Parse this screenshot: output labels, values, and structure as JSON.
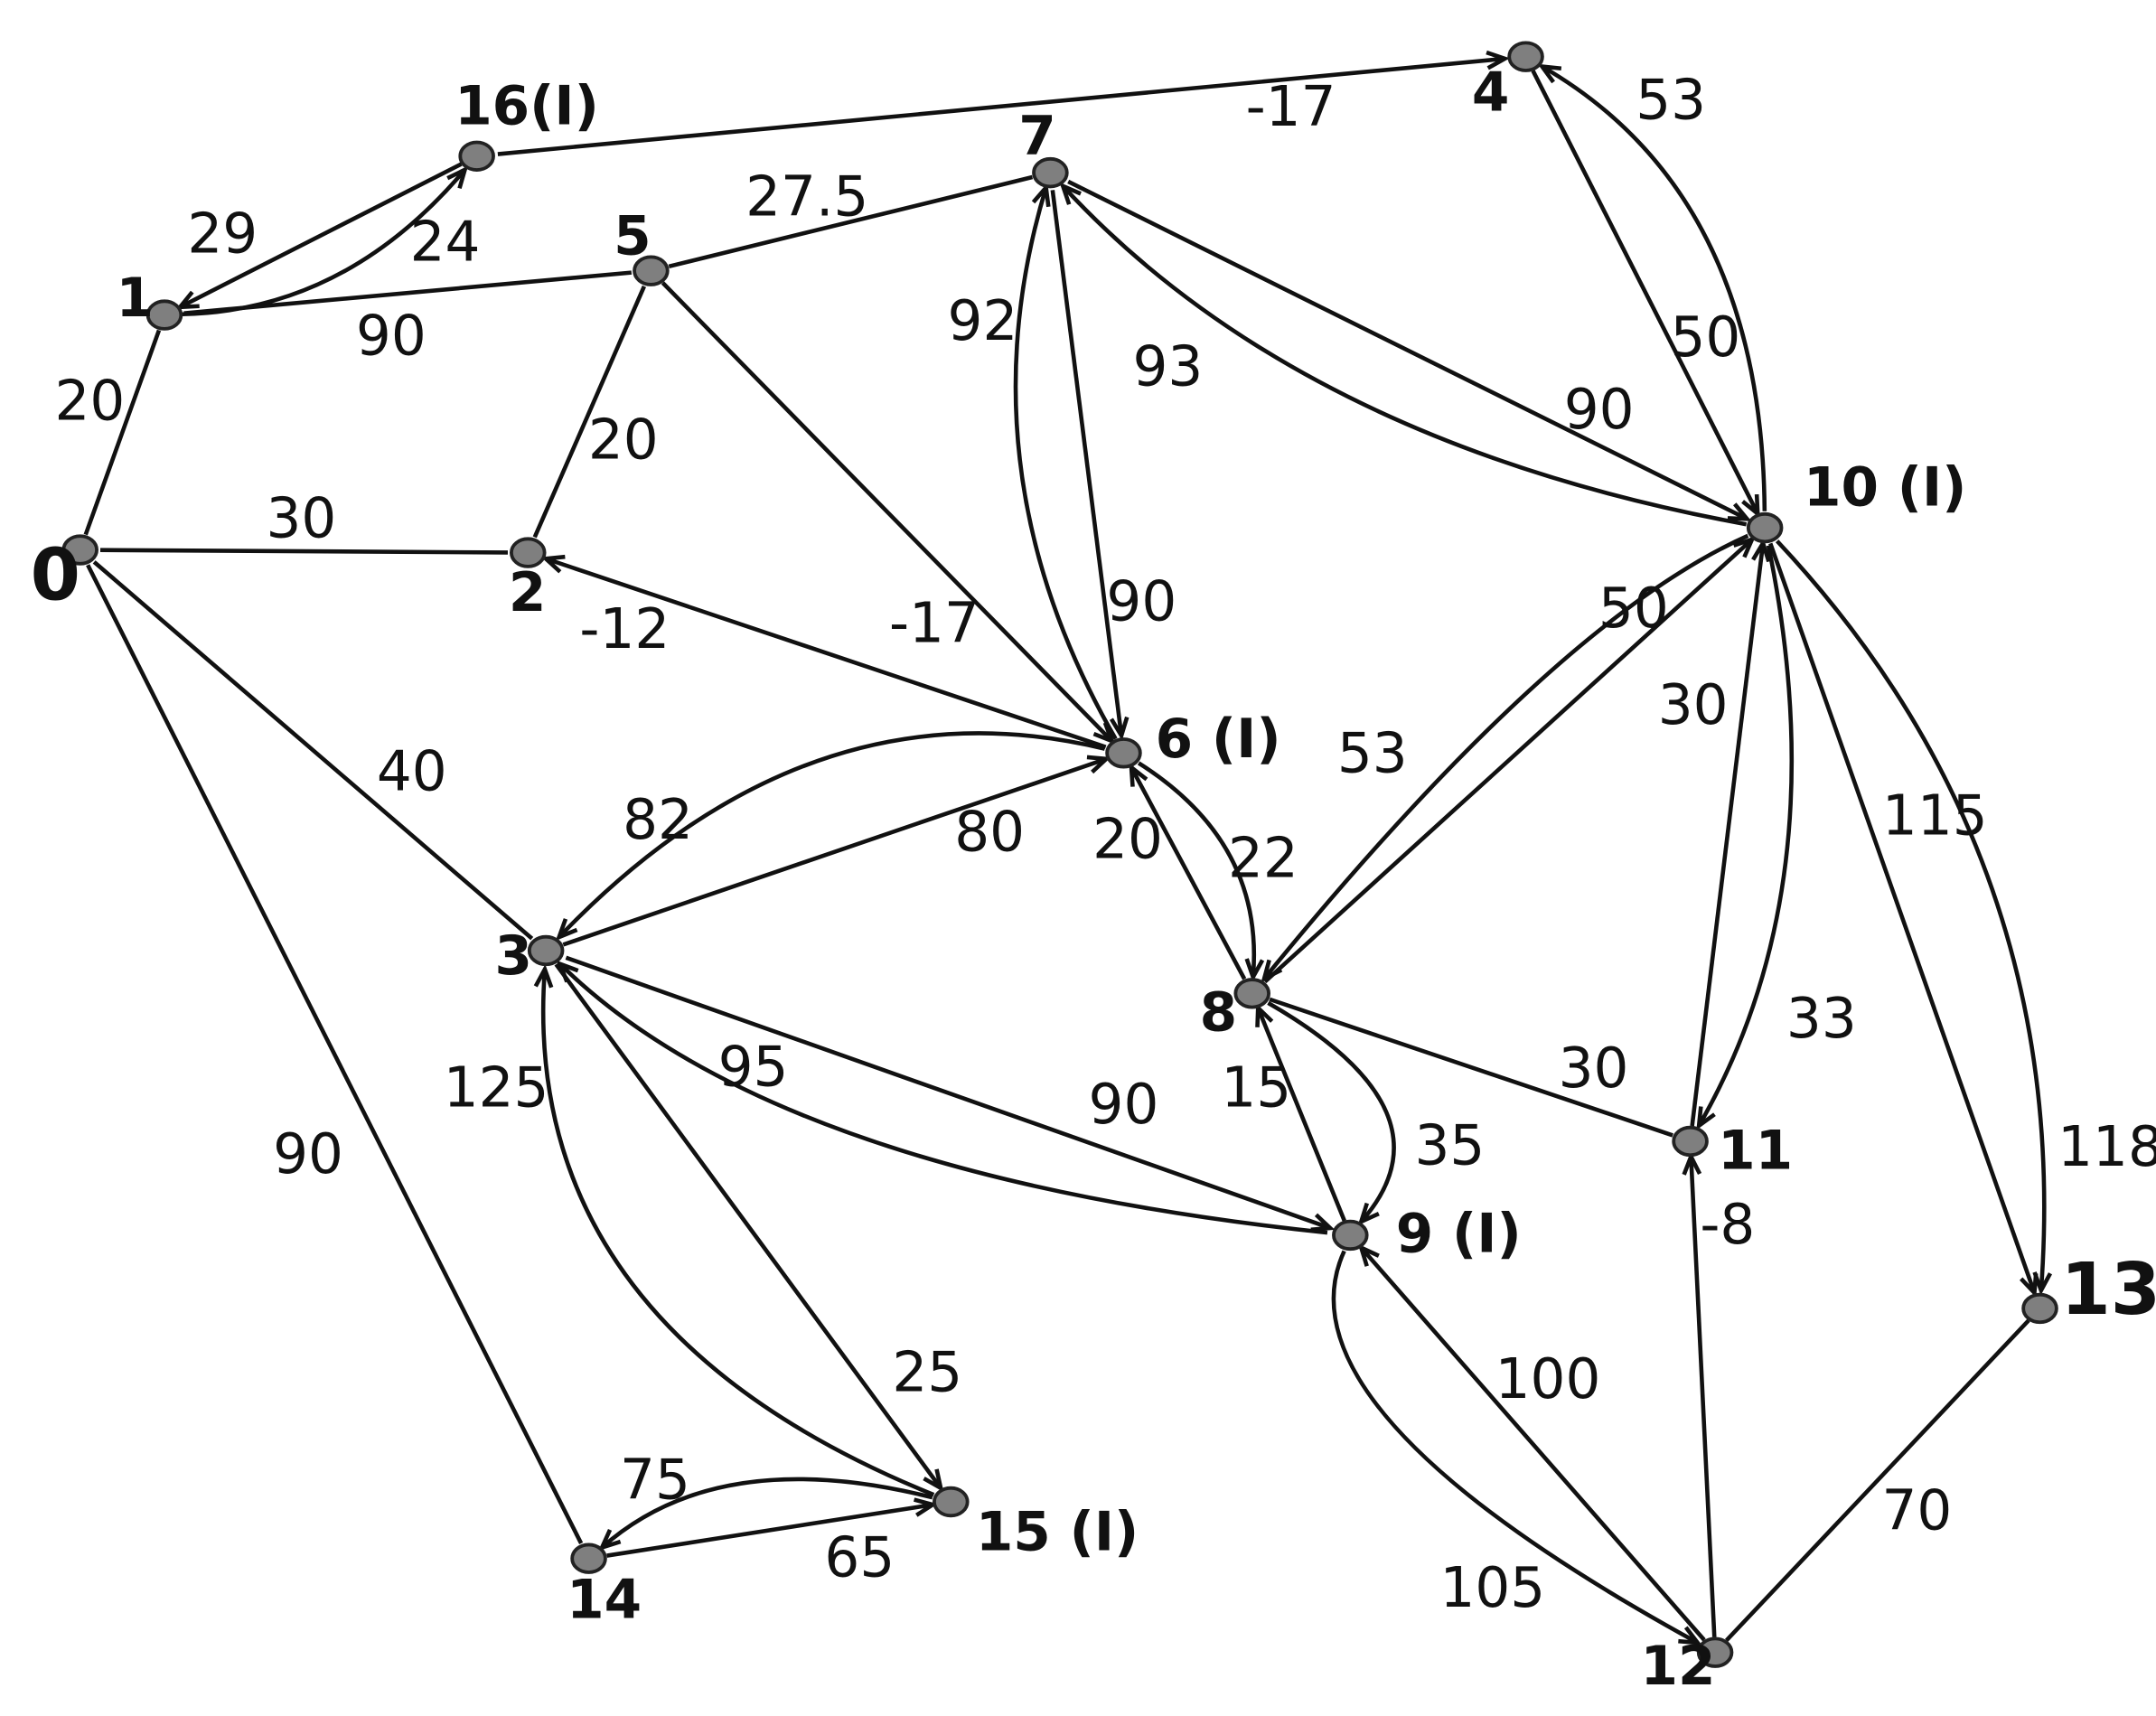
{
  "nodes": [
    {
      "id": "0",
      "label": "0"
    },
    {
      "id": "1",
      "label": "1"
    },
    {
      "id": "2",
      "label": "2"
    },
    {
      "id": "3",
      "label": "3"
    },
    {
      "id": "4",
      "label": "4"
    },
    {
      "id": "5",
      "label": "5"
    },
    {
      "id": "6",
      "label": "6 (I)"
    },
    {
      "id": "7",
      "label": "7"
    },
    {
      "id": "8",
      "label": "8"
    },
    {
      "id": "9",
      "label": "9 (I)"
    },
    {
      "id": "10",
      "label": "10 (I)"
    },
    {
      "id": "11",
      "label": "11"
    },
    {
      "id": "12",
      "label": "12"
    },
    {
      "id": "13",
      "label": "13"
    },
    {
      "id": "14",
      "label": "14"
    },
    {
      "id": "15",
      "label": "15 (I)"
    },
    {
      "id": "16",
      "label": "16(I)"
    }
  ],
  "edges": [
    {
      "from": "0",
      "to": "1",
      "weight": "20",
      "directed": false
    },
    {
      "from": "0",
      "to": "2",
      "weight": "30",
      "directed": false
    },
    {
      "from": "0",
      "to": "3",
      "weight": "40",
      "directed": false
    },
    {
      "from": "0",
      "to": "14",
      "weight": "90",
      "directed": false
    },
    {
      "from": "16",
      "to": "1",
      "weight": "29",
      "directed": true
    },
    {
      "from": "1",
      "to": "16",
      "weight": "24",
      "directed": true
    },
    {
      "from": "1",
      "to": "5",
      "weight": "90",
      "directed": false
    },
    {
      "from": "16",
      "to": "4",
      "weight": "-17",
      "directed": true
    },
    {
      "from": "5",
      "to": "7",
      "weight": "27.5",
      "directed": false
    },
    {
      "from": "5",
      "to": "2",
      "weight": "20",
      "directed": false
    },
    {
      "from": "5",
      "to": "6",
      "weight": "-17",
      "directed": true
    },
    {
      "from": "6",
      "to": "2",
      "weight": "-12",
      "directed": true
    },
    {
      "from": "6",
      "to": "7",
      "weight": "92",
      "directed": true
    },
    {
      "from": "7",
      "to": "6",
      "weight": "90",
      "directed": true
    },
    {
      "from": "10",
      "to": "7",
      "weight": "93",
      "directed": true
    },
    {
      "from": "7",
      "to": "10",
      "weight": "90",
      "directed": true
    },
    {
      "from": "4",
      "to": "10",
      "weight": "50",
      "directed": true
    },
    {
      "from": "10",
      "to": "4",
      "weight": "53",
      "directed": true
    },
    {
      "from": "3",
      "to": "6",
      "weight": "80",
      "directed": true
    },
    {
      "from": "6",
      "to": "3",
      "weight": "82",
      "directed": true
    },
    {
      "from": "8",
      "to": "6",
      "weight": "20",
      "directed": true
    },
    {
      "from": "6",
      "to": "8",
      "weight": "22",
      "directed": true
    },
    {
      "from": "10",
      "to": "8",
      "weight": "53",
      "directed": true
    },
    {
      "from": "8",
      "to": "10",
      "weight": "50",
      "directed": true
    },
    {
      "from": "11",
      "to": "10",
      "weight": "30",
      "directed": true
    },
    {
      "from": "10",
      "to": "11",
      "weight": "33",
      "directed": true
    },
    {
      "from": "10",
      "to": "13",
      "weight": "115",
      "directed": true
    },
    {
      "from": "10",
      "to": "13",
      "weight": "118",
      "directed": true
    },
    {
      "from": "8",
      "to": "11",
      "weight": "30",
      "directed": false
    },
    {
      "from": "9",
      "to": "8",
      "weight": "15",
      "directed": true
    },
    {
      "from": "8",
      "to": "9",
      "weight": "35",
      "directed": true
    },
    {
      "from": "3",
      "to": "9",
      "weight": "90",
      "directed": true
    },
    {
      "from": "9",
      "to": "3",
      "weight": "95",
      "directed": true
    },
    {
      "from": "3",
      "to": "15",
      "weight": "25",
      "directed": true
    },
    {
      "from": "15",
      "to": "3",
      "weight": "125",
      "directed": true
    },
    {
      "from": "15",
      "to": "14",
      "weight": "75",
      "directed": true
    },
    {
      "from": "14",
      "to": "15",
      "weight": "65",
      "directed": true
    },
    {
      "from": "12",
      "to": "9",
      "weight": "100",
      "directed": true
    },
    {
      "from": "9",
      "to": "12",
      "weight": "105",
      "directed": true
    },
    {
      "from": "12",
      "to": "11",
      "weight": "-8",
      "directed": true
    },
    {
      "from": "12",
      "to": "13",
      "weight": "70",
      "directed": false
    }
  ]
}
